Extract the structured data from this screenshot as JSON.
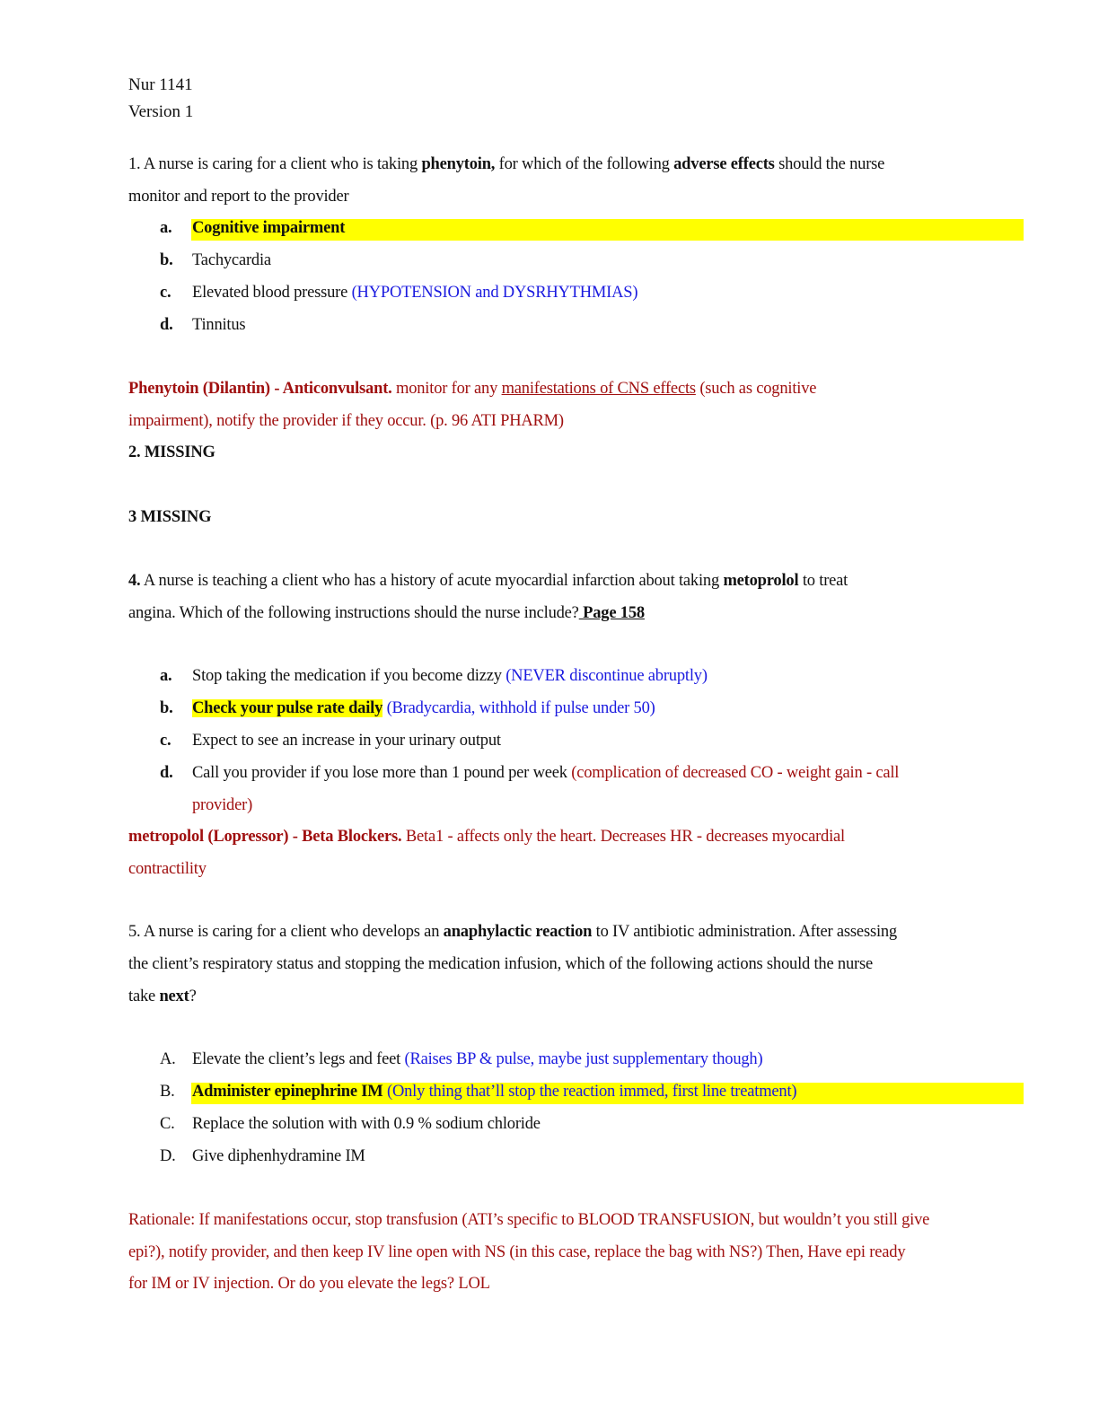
{
  "header": {
    "course": "Nur 1141",
    "version": "Version 1"
  },
  "q1": {
    "number": "1.",
    "stem_part1": "A nurse is caring for a client who is taking ",
    "stem_bold1": "phenytoin,",
    "stem_part2": " for which of the following ",
    "stem_bold2": "adverse effects",
    "stem_part3": " should the nurse",
    "stem_line2": "monitor and report to the provider",
    "options": [
      {
        "label": "a.",
        "text": "Cognitive impairment",
        "note": "",
        "correct": true
      },
      {
        "label": "b.",
        "text": "Tachycardia",
        "note": "",
        "correct": false
      },
      {
        "label": "c.",
        "text": "Elevated blood pressure ",
        "note": "(HYPOTENSION and DYSRHYTHMIAS)",
        "correct": false
      },
      {
        "label": "d.",
        "text": "Tinnitus",
        "note": "",
        "correct": false
      }
    ],
    "rationale": {
      "bold": "Phenytoin (Dilantin) - Anticonvulsant.",
      "part1": " monitor for any ",
      "underlined": "manifestations of CNS effects",
      "part2": " (such as cognitive",
      "line2": "impairment), notify the provider if they occur. (p. 96 ATI PHARM)"
    }
  },
  "q2": {
    "text": "2. MISSING"
  },
  "q3": {
    "text": "3 MISSING"
  },
  "q4": {
    "number": "4.",
    "stem_part1": " A nurse is teaching a client who has a history of acute myocardial infarction about taking ",
    "stem_bold": "metoprolol",
    "stem_part2": " to treat",
    "stem_line2": "angina. Which of the following instructions should the nurse include?",
    "page_ref": " Page 158",
    "options": [
      {
        "label": "a.",
        "text": "Stop taking the medication if you become dizzy ",
        "note": "(NEVER discontinue abruptly)",
        "correct": false
      },
      {
        "label": "b.",
        "text": "Check your pulse rate daily",
        "note": " (Bradycardia, withhold if pulse under 50)",
        "correct": true
      },
      {
        "label": "c.",
        "text": "Expect to see an increase in your urinary output",
        "note": "",
        "correct": false
      },
      {
        "label": "d.",
        "text": "Call you provider if you lose more than 1 pound per week ",
        "note": "(complication of decreased CO - weight gain - call",
        "note_line2": "provider)",
        "correct": false
      }
    ],
    "rationale": {
      "bold": "metropolol (Lopressor) - Beta Blockers.",
      "part1": " Beta1 - affects only the heart. Decreases HR - decreases myocardial",
      "line2": "contractility"
    }
  },
  "q5": {
    "number": "5.",
    "stem_part1": " A nurse is caring for a client who develops an ",
    "stem_bold1": "anaphylactic reaction",
    "stem_part2": " to IV antibiotic administration. After assessing",
    "stem_line2": "the client’s respiratory status and stopping the medication infusion, which of the following actions should the nurse",
    "stem_line3_part1": "take ",
    "stem_line3_bold": "next",
    "stem_line3_part2": "?",
    "options": [
      {
        "label": "A.",
        "text": "Elevate the client’s legs and feet ",
        "note": "(Raises BP & pulse, maybe just supplementary though)",
        "correct": false
      },
      {
        "label": "B.",
        "text": "Administer epinephrine IM",
        "note": " (Only thing that’ll stop the reaction immed, first line treatment)",
        "correct": true
      },
      {
        "label": "C.",
        "text": "Replace the solution with with 0.9 % sodium chloride",
        "note": "",
        "correct": false
      },
      {
        "label": "D.",
        "text": "Give diphenhydramine IM",
        "note": "",
        "correct": false
      }
    ],
    "rationale": {
      "line1": "Rationale: If manifestations occur, stop transfusion (ATI’s specific to BLOOD TRANSFUSION, but wouldn’t you still give",
      "line2": "epi?), notify provider, and then keep IV line open with NS (in this case, replace the bag with NS?) Then, Have epi ready",
      "line3": "for IM or IV injection. Or do you elevate the legs? LOL"
    }
  },
  "colors": {
    "highlight": "#ffff00",
    "note_blue": "#1a1adf",
    "rationale_red": "#a01010",
    "text": "#111111"
  }
}
